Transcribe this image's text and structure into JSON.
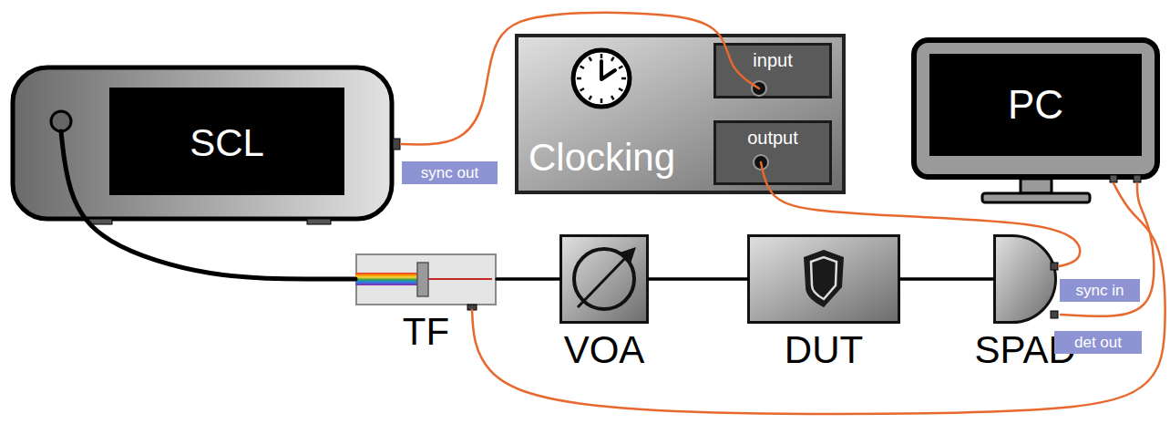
{
  "diagram": {
    "nodes": [
      {
        "text": [
          "SCL"
        ]
      },
      {
        "text": [
          "Clocking"
        ]
      },
      {
        "text": [
          "input"
        ],
        "in": 1
      },
      {
        "text": [
          "output"
        ],
        "in": 1
      },
      {
        "text": [
          "PC"
        ]
      },
      {
        "text": [
          "TF"
        ]
      },
      {
        "text": [
          "VOA"
        ]
      },
      {
        "text": [
          "DUT"
        ]
      },
      {
        "text": [
          "SPAD"
        ]
      }
    ],
    "edges": [
      {
        "from": 0,
        "to": 5,
        "arrow": "none"
      },
      {
        "from": 5,
        "to": 6,
        "arrow": "none"
      },
      {
        "from": 6,
        "to": 7,
        "arrow": "none"
      },
      {
        "from": 7,
        "to": 8,
        "arrow": "none"
      },
      {
        "from": 0,
        "to": 2,
        "arrow": "none"
      },
      {
        "from": 3,
        "to": 8,
        "arrow": "none"
      },
      {
        "from": 8,
        "to": 4,
        "arrow": "none"
      },
      {
        "from": 5,
        "to": 4,
        "arrow": "none"
      }
    ],
    "labels": [
      "sync out",
      "sync in",
      "det out"
    ]
  }
}
